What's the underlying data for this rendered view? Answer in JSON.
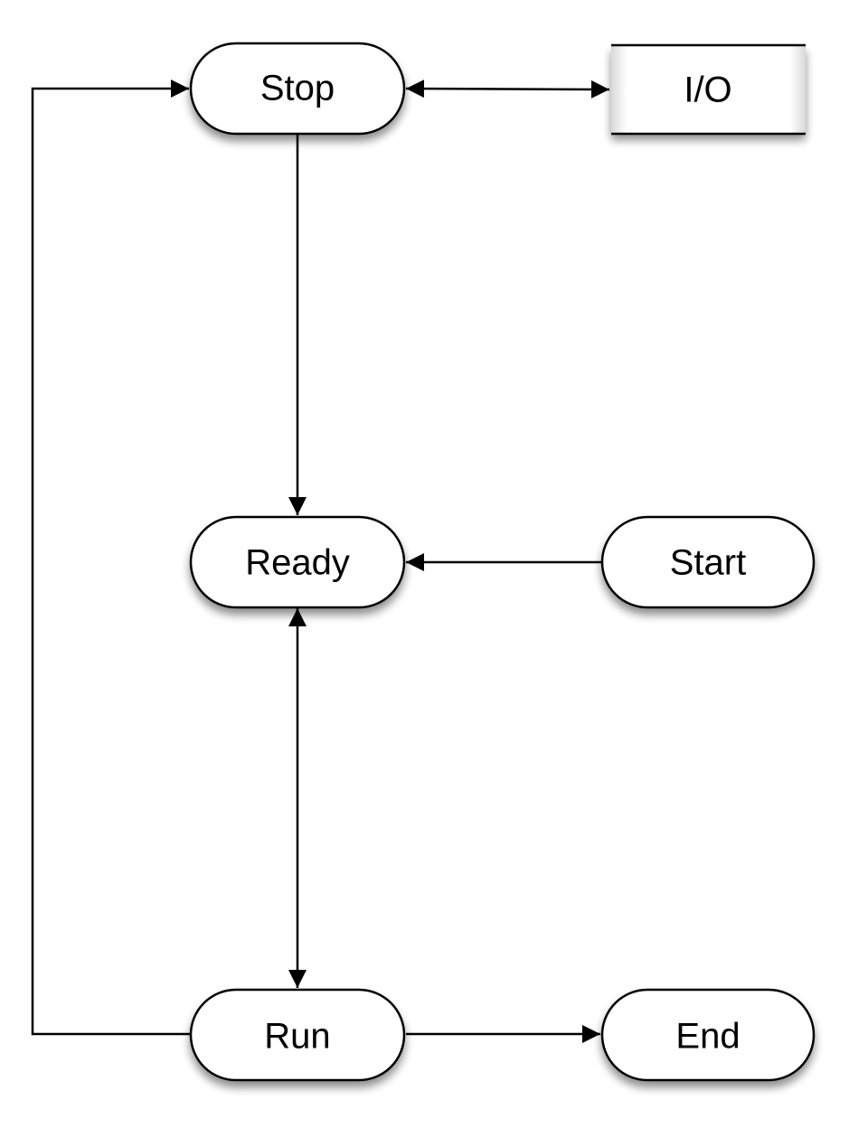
{
  "nodes": {
    "stop": {
      "label": "Stop",
      "shape": "terminal"
    },
    "io": {
      "label": "I/O",
      "shape": "data-store"
    },
    "ready": {
      "label": "Ready",
      "shape": "terminal"
    },
    "start": {
      "label": "Start",
      "shape": "terminal"
    },
    "run": {
      "label": "Run",
      "shape": "terminal"
    },
    "end": {
      "label": "End",
      "shape": "terminal"
    }
  },
  "edges": [
    {
      "from": "stop",
      "to": "io",
      "direction": "both"
    },
    {
      "from": "stop",
      "to": "ready",
      "direction": "forward"
    },
    {
      "from": "start",
      "to": "ready",
      "direction": "forward"
    },
    {
      "from": "ready",
      "to": "run",
      "direction": "both"
    },
    {
      "from": "run",
      "to": "end",
      "direction": "forward"
    },
    {
      "from": "run",
      "to": "stop",
      "direction": "forward"
    }
  ],
  "colors": {
    "stroke": "#000000",
    "fill": "#ffffff",
    "shadow": "#000000",
    "io_fill_edge": "#d9d9d9"
  }
}
